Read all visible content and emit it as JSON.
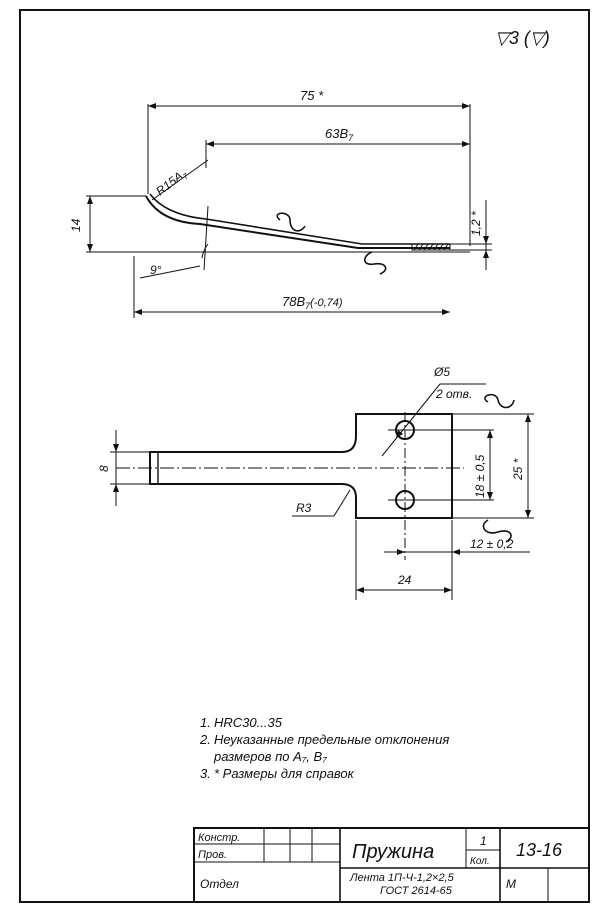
{
  "surface_mark": "▽3 (▽)",
  "top_view": {
    "dim_overall_top": "75 *",
    "dim_inner": "63В",
    "dim_inner_sub": "7",
    "radius": "R15A",
    "radius_sub": "7",
    "height": "14",
    "thickness": "1,2 *",
    "angle": "9°",
    "dim_overall_bottom": "78В",
    "dim_overall_bottom_sub": "7",
    "dim_overall_bottom_tol": "(-0,74)"
  },
  "plan_view": {
    "hole_diameter": "Ø5",
    "hole_count": "2 отв.",
    "width_narrow": "8",
    "hole_spacing": "18 ± 0,5",
    "width_wide": "25 *",
    "fillet_radius": "R3",
    "hole_offset": "12 ± 0,2",
    "pad_length": "24"
  },
  "notes": [
    {
      "num": "1.",
      "text": "HRC30...35"
    },
    {
      "num": "2.",
      "text": "Неуказанные предельные отклонения"
    },
    {
      "num": "",
      "text": "размеров по А₇, В₇"
    },
    {
      "num": "3.",
      "text": "* Размеры для справок"
    }
  ],
  "title_block": {
    "label_design": "Констр.",
    "label_check": "Пров.",
    "label_dept": "Отдел",
    "part_name": "Пружина",
    "quantity": "1",
    "quantity_label": "Кол.",
    "drawing_number": "13-16",
    "material_line1": "Лента 1П-Ч-1,2×2,5",
    "material_line2": "ГОСТ 2614-65",
    "scale": "М"
  }
}
